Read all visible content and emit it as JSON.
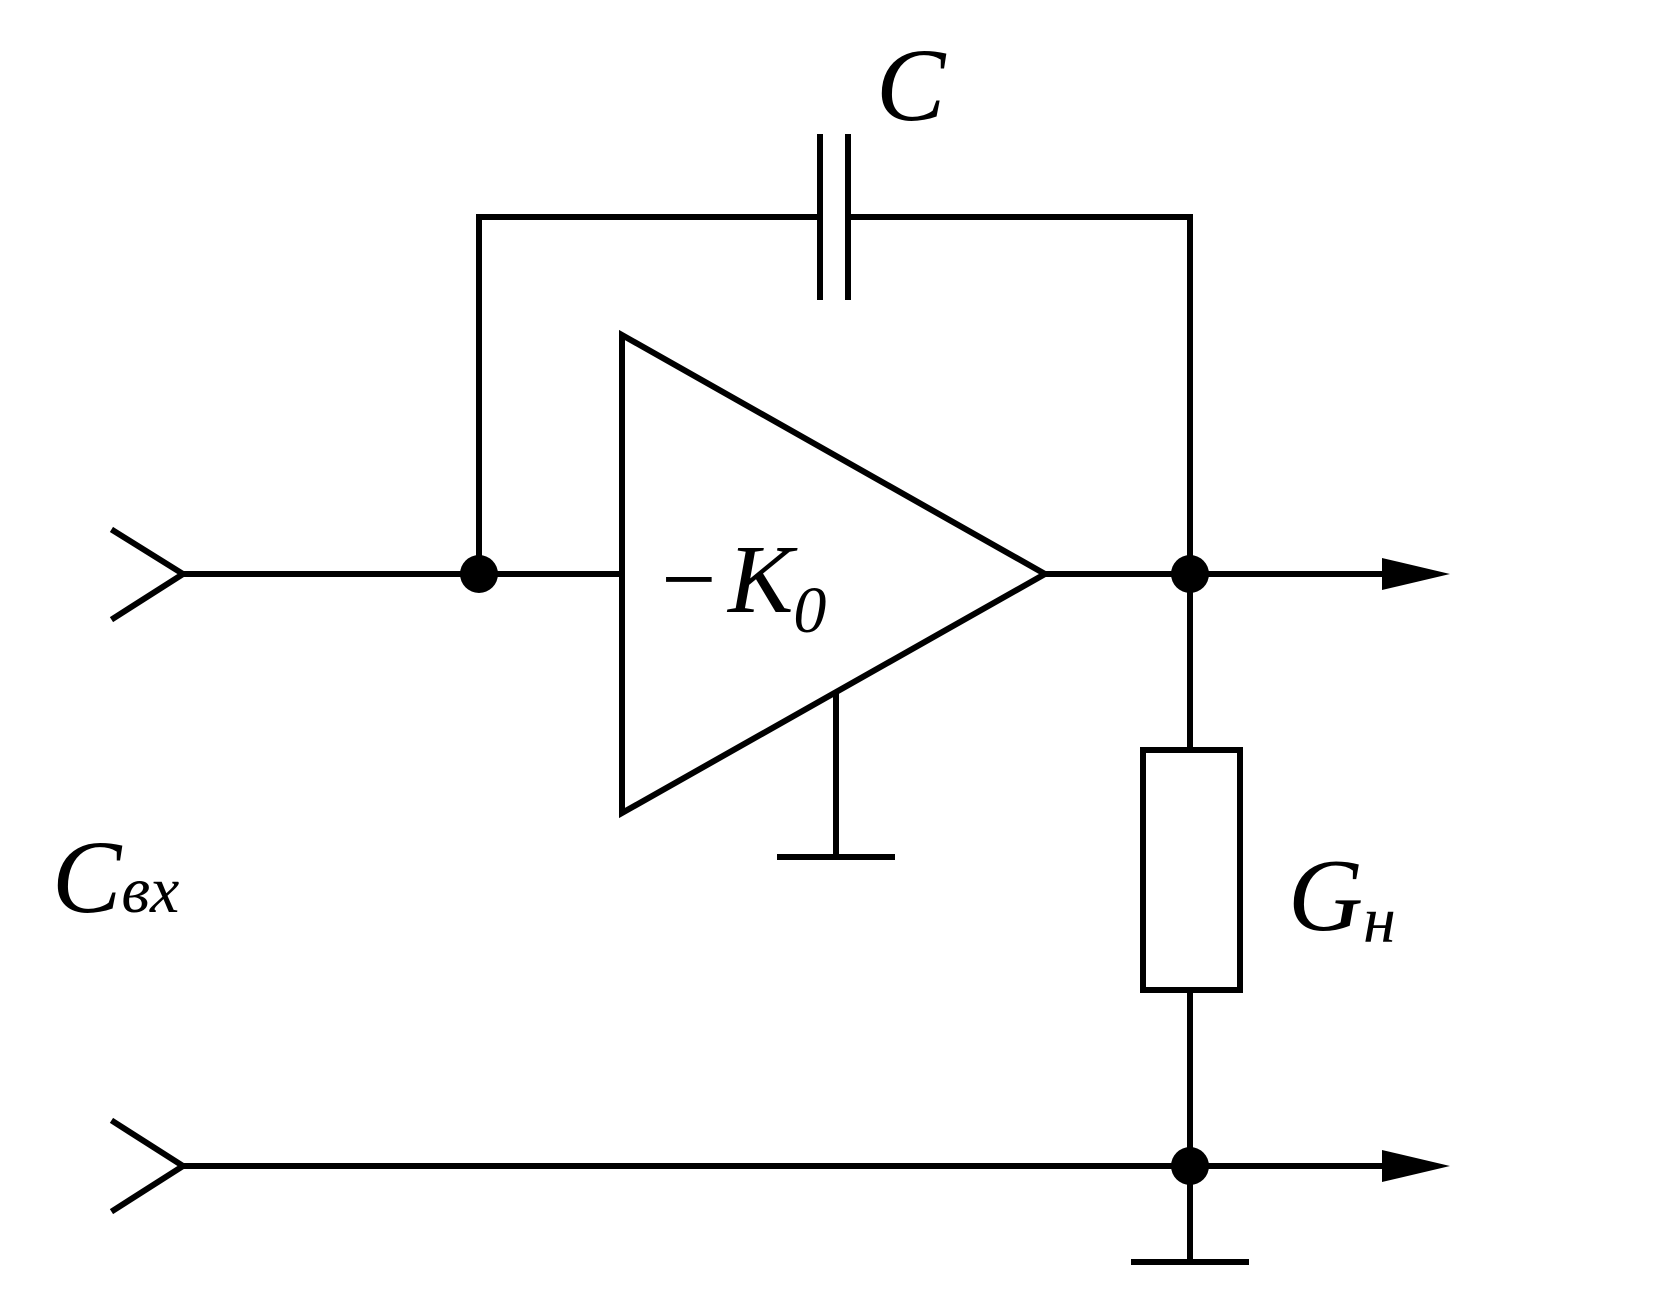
{
  "labels": {
    "feedback_capacitor": "C",
    "input_capacitance_main": "C",
    "input_capacitance_sub": "вх",
    "amplifier_sign": "−",
    "amplifier_gain_main": "K",
    "amplifier_gain_sub": "0",
    "load_conductance_main": "G",
    "load_conductance_sub": "н"
  },
  "colors": {
    "ink": "#000000",
    "background": "#ffffff"
  }
}
